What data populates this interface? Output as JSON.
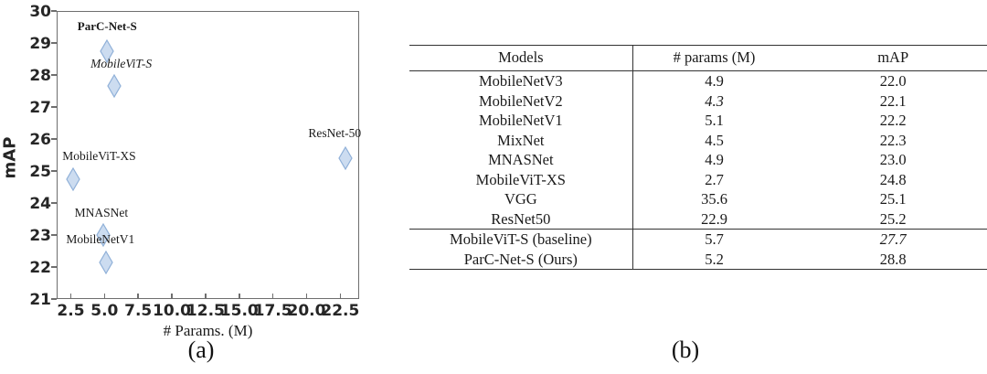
{
  "figure": {
    "panel_a_caption": "(a)",
    "panel_b_caption": "(b)"
  },
  "chart_data": [
    {
      "type": "scatter",
      "title": "",
      "xlabel": "# Params. (M)",
      "ylabel": "mAP",
      "xlim": [
        1.45,
        23.9
      ],
      "ylim": [
        21,
        30
      ],
      "grid": false,
      "legend": "none",
      "xticks": [
        "2.5",
        "5.0",
        "7.5",
        "10.0",
        "12.5",
        "15.0",
        "17.5",
        "20.0",
        "22.5"
      ],
      "xtick_values": [
        2.5,
        5.0,
        7.5,
        10.0,
        12.5,
        15.0,
        17.5,
        20.0,
        22.5
      ],
      "yticks": [
        "21",
        "22",
        "23",
        "24",
        "25",
        "26",
        "27",
        "28",
        "29",
        "30"
      ],
      "ytick_values": [
        21,
        22,
        23,
        24,
        25,
        26,
        27,
        28,
        29,
        30
      ],
      "marker": "diamond",
      "marker_fill": "#ccdcf0",
      "marker_edge": "#8fb0d8",
      "points": [
        {
          "label": "ParC-Net-S",
          "x": 5.2,
          "y": 28.75,
          "style": "bold",
          "label_dx": 0,
          "label_dy": -27
        },
        {
          "label": "MobileViT-S",
          "x": 5.7,
          "y": 27.65,
          "style": "italic",
          "label_dx": 8,
          "label_dy": -24
        },
        {
          "label": "MobileViT-XS",
          "x": 2.7,
          "y": 24.75,
          "style": "normal",
          "label_dx": 28,
          "label_dy": -25
        },
        {
          "label": "MNASNet",
          "x": 4.9,
          "y": 23.0,
          "style": "normal",
          "label_dx": -2,
          "label_dy": -24
        },
        {
          "label": "MobileNetV1",
          "x": 5.1,
          "y": 22.15,
          "style": "normal",
          "label_dx": -6,
          "label_dy": -25
        },
        {
          "label": "ResNet-50",
          "x": 22.9,
          "y": 25.4,
          "style": "normal",
          "label_dx": -12,
          "label_dy": -27
        }
      ]
    },
    {
      "type": "table",
      "title": "",
      "columns": [
        "Models",
        "# params (M)",
        "mAP"
      ],
      "rows": [
        {
          "model": "MobileNetV3",
          "params": "4.9",
          "params_style": "normal",
          "map": "22.0",
          "map_style": "normal"
        },
        {
          "model": "MobileNetV2",
          "params": "4.3",
          "params_style": "italic",
          "map": "22.1",
          "map_style": "normal"
        },
        {
          "model": "MobileNetV1",
          "params": "5.1",
          "params_style": "normal",
          "map": "22.2",
          "map_style": "normal"
        },
        {
          "model": "MixNet",
          "params": "4.5",
          "params_style": "normal",
          "map": "22.3",
          "map_style": "normal"
        },
        {
          "model": "MNASNet",
          "params": "4.9",
          "params_style": "normal",
          "map": "23.0",
          "map_style": "normal"
        },
        {
          "model": "MobileViT-XS",
          "params": "2.7",
          "params_style": "bold",
          "map": "24.8",
          "map_style": "normal"
        },
        {
          "model": "VGG",
          "params": "35.6",
          "params_style": "normal",
          "map": "25.1",
          "map_style": "normal"
        },
        {
          "model": "ResNet50",
          "params": "22.9",
          "params_style": "normal",
          "map": "25.2",
          "map_style": "normal"
        }
      ],
      "footer_rows": [
        {
          "model": "MobileViT-S (baseline)",
          "params": "5.7",
          "params_style": "normal",
          "map": "27.7",
          "map_style": "italic"
        },
        {
          "model": "ParC-Net-S (Ours)",
          "params": "5.2",
          "params_style": "normal",
          "map": "28.8",
          "map_style": "bold"
        }
      ]
    }
  ]
}
